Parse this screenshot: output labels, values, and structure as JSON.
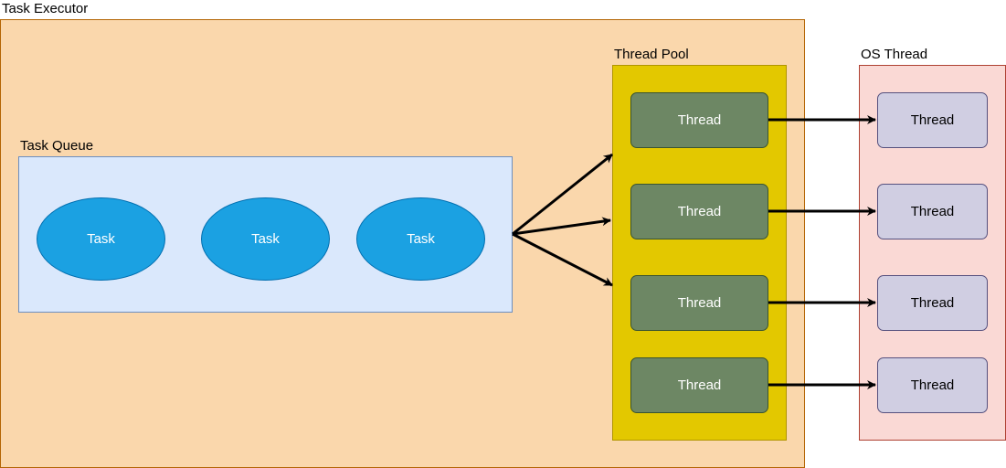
{
  "executor": {
    "label": "Task Executor"
  },
  "queue": {
    "label": "Task Queue",
    "tasks": [
      "Task",
      "Task",
      "Task"
    ]
  },
  "pool": {
    "label": "Thread Pool",
    "threads": [
      "Thread",
      "Thread",
      "Thread",
      "Thread"
    ]
  },
  "os": {
    "label": "OS Thread",
    "threads": [
      "Thread",
      "Thread",
      "Thread",
      "Thread"
    ]
  },
  "colors": {
    "executor_fill": "#fad7ac",
    "queue_fill": "#dae8fc",
    "task_fill": "#1ba1e2",
    "pool_fill": "#e3c800",
    "pool_thread_fill": "#6d8764",
    "os_fill": "#fad9d5",
    "os_thread_fill": "#d0cee2"
  }
}
